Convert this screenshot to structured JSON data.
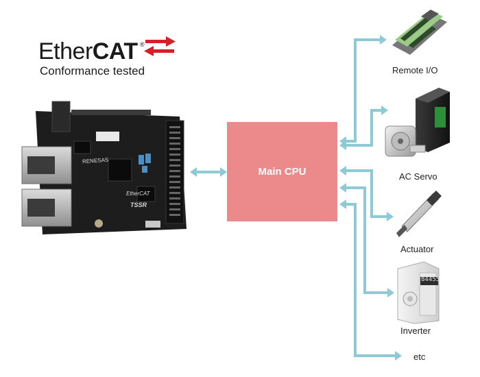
{
  "logo": {
    "word_light": "Ether",
    "word_bold": "CAT",
    "registered": "®",
    "tagline": "Conformance tested"
  },
  "board": {
    "brand": "RENESAS",
    "ethercat_mark": "EtherCAT",
    "model": "TSSR"
  },
  "cpu": {
    "label": "Main CPU",
    "color": "#ec8a8b"
  },
  "devices": [
    {
      "id": "remote-io",
      "label": "Remote I/O",
      "icon": "remote-io-module-icon"
    },
    {
      "id": "ac-servo",
      "label": "AC Servo",
      "icon": "ac-servo-icon"
    },
    {
      "id": "actuator",
      "label": "Actuator",
      "icon": "actuator-icon"
    },
    {
      "id": "inverter",
      "label": "Inverter",
      "icon": "inverter-icon",
      "display": "84455"
    },
    {
      "id": "etc",
      "label": "etc"
    }
  ],
  "colors": {
    "connector": "#8ecad6",
    "logo_arrow": "#d62027",
    "board": "#1d1d1d"
  }
}
